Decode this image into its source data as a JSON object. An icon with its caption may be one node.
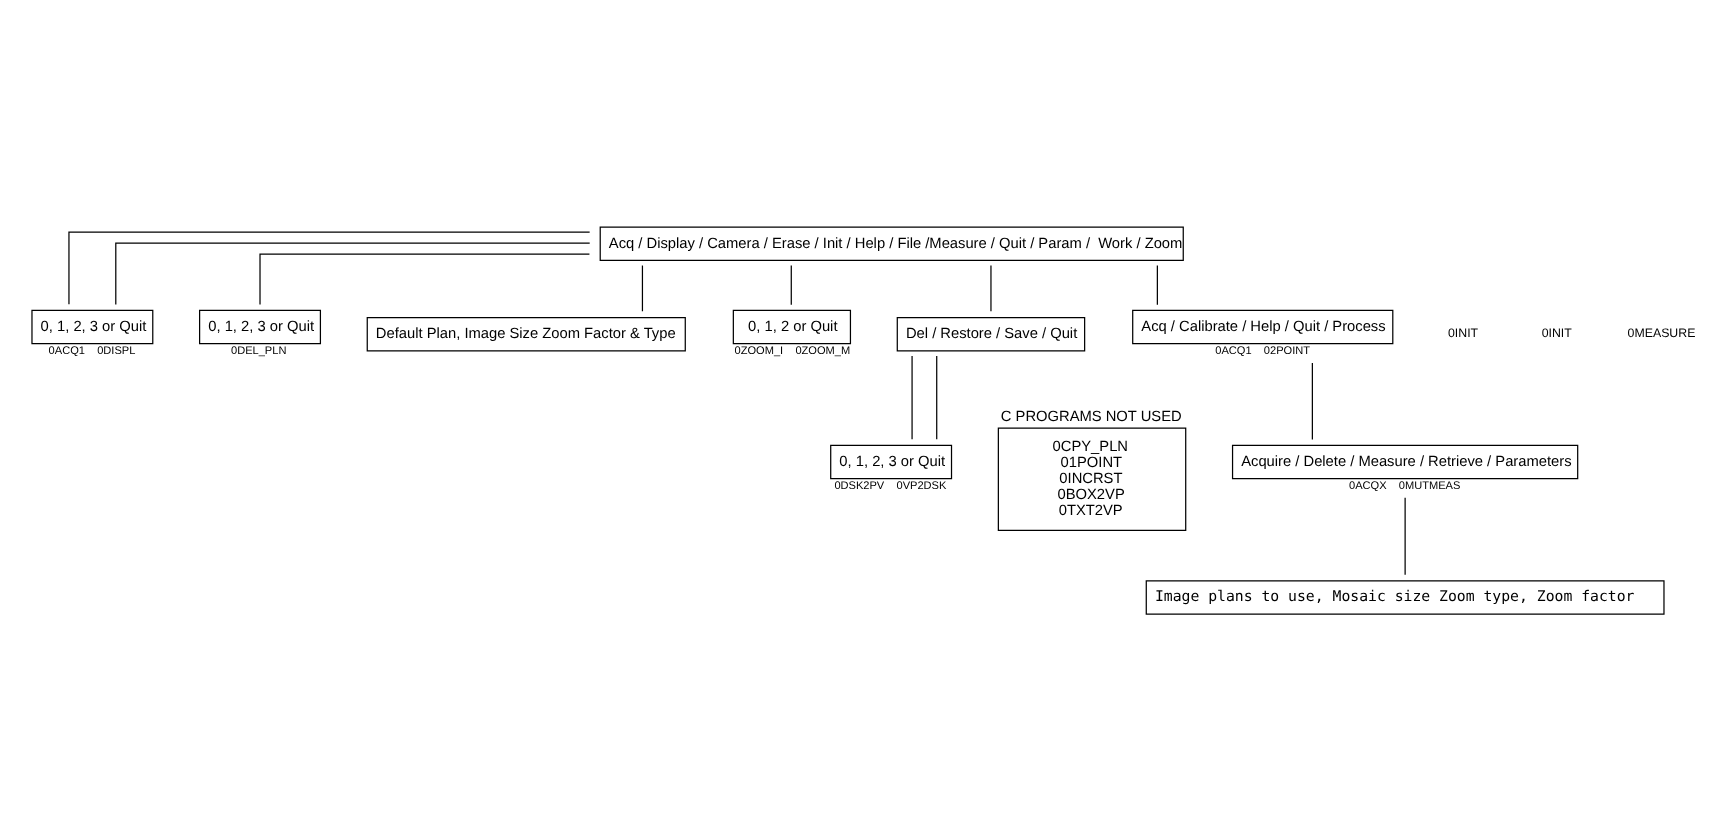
{
  "diagram": {
    "nodes": [
      {
        "text": [
          "Acq / Display / Camera / Erase / Init / Help / File /Measure / Quit / Param /  Work / Zoom"
        ]
      },
      {
        "text": [
          "0, 1, 2, 3 or Quit"
        ],
        "beside": [
          "0ACQ1",
          "0DISPL"
        ]
      },
      {
        "text": [
          "0, 1, 2, 3 or Quit"
        ],
        "beside": [
          "0DEL_PLN"
        ]
      },
      {
        "text": [
          "Default Plan, Image Size Zoom Factor & Type"
        ]
      },
      {
        "text": [
          "0, 1, 2 or Quit"
        ],
        "beside": [
          "0ZOOM_I",
          "0ZOOM_M"
        ]
      },
      {
        "text": [
          "Del / Restore / Save / Quit"
        ]
      },
      {
        "text": [
          "0, 1, 2, 3 or Quit"
        ],
        "beside": [
          "0DSK2PV",
          "0VP2DSK"
        ]
      },
      {
        "text": [
          "Acq / Calibrate / Help / Quit / Process"
        ],
        "beside": [
          "0ACQ1",
          "02POINT"
        ]
      },
      {
        "text": [
          "Acquire / Delete / Measure / Retrieve / Parameters"
        ],
        "beside": [
          "0ACQX",
          "0MUTMEAS"
        ]
      },
      {
        "text": [
          "Image plans to use, Mosaic size Zoom type, Zoom factor"
        ]
      },
      {
        "text": [
          "C PROGRAMS NOT USED",
          "0CPY_PLN",
          "01POINT",
          "0INCRST",
          "0BOX2VP",
          "0TXT2VP"
        ]
      }
    ],
    "edges": [
      {
        "from": 0,
        "to": 1,
        "arrow": "none"
      },
      {
        "from": 0,
        "to": 1,
        "arrow": "none"
      },
      {
        "from": 0,
        "to": 2,
        "arrow": "none"
      },
      {
        "from": 0,
        "to": 5,
        "arrow": "none"
      },
      {
        "from": 0,
        "to": 3,
        "arrow": "none"
      },
      {
        "from": 0,
        "to": 7,
        "arrow": "none"
      },
      {
        "from": 0,
        "to": 4,
        "arrow": "none"
      },
      {
        "from": 5,
        "to": 6,
        "arrow": "none"
      },
      {
        "from": 5,
        "to": 6,
        "arrow": "none"
      },
      {
        "from": 7,
        "to": 8,
        "arrow": "none"
      },
      {
        "from": 8,
        "to": 9,
        "arrow": "none"
      }
    ],
    "labels": [
      "0INIT",
      "0INIT",
      "0MEASURE"
    ]
  }
}
